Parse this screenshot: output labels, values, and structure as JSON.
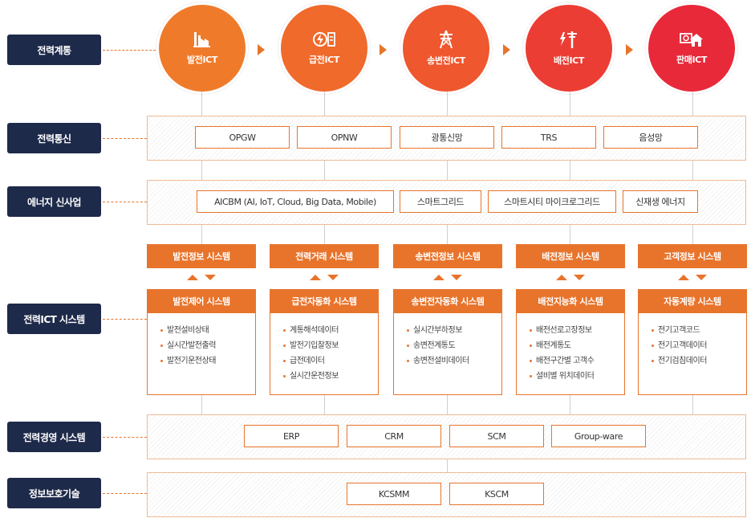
{
  "rows": {
    "grid": "전력계통",
    "comm": "전력통신",
    "energy": "에너지 신사업",
    "ict": "전력ICT 시스템",
    "mgmt": "전력경영 시스템",
    "security": "정보보호기술"
  },
  "circles": [
    {
      "label": "발전ICT",
      "color": "#ef7b2a",
      "icon": "power-plant-icon"
    },
    {
      "label": "급전ICT",
      "color": "#ef6a2b",
      "icon": "dispatch-icon"
    },
    {
      "label": "송변전ICT",
      "color": "#ef572e",
      "icon": "transmission-tower-icon"
    },
    {
      "label": "배전ICT",
      "color": "#ec3d34",
      "icon": "distribution-pole-icon"
    },
    {
      "label": "판매ICT",
      "color": "#e8293a",
      "icon": "sales-house-icon"
    }
  ],
  "comm_items": [
    "OPGW",
    "OPNW",
    "광통신망",
    "TRS",
    "음성망"
  ],
  "energy_items": [
    "AICBM (AI, IoT, Cloud, Big Data, Mobile)",
    "스마트그리드",
    "스마트시티 마이크로그리드",
    "신재생 에너지"
  ],
  "ict_columns": [
    {
      "top": "발전정보 시스템",
      "mid": "발전제어 시스템",
      "items": [
        "발전설비상태",
        "실시간발전출력",
        "발전기운전상태"
      ]
    },
    {
      "top": "전력거래 시스템",
      "mid": "급전자동화 시스템",
      "items": [
        "계통해석데이터",
        "발전기입찰정보",
        "급전데이터",
        "실시간운전정보"
      ]
    },
    {
      "top": "송변전정보 시스템",
      "mid": "송변전자동화 시스템",
      "items": [
        "실시간부하정보",
        "송변전계통도",
        "송변전설비데이터"
      ]
    },
    {
      "top": "배전정보 시스템",
      "mid": "배전지능화 시스템",
      "items": [
        "배전선로고장정보",
        "배전계통도",
        "배전구간별 고객수",
        "설비별 위치데이터"
      ]
    },
    {
      "top": "고객정보 시스템",
      "mid": "자동계량 시스템",
      "items": [
        "전기고객코드",
        "전기고객데이터",
        "전기검침데이터"
      ]
    }
  ],
  "mgmt_items": [
    "ERP",
    "CRM",
    "SCM",
    "Group-ware"
  ],
  "security_items": [
    "KCSMM",
    "KSCM"
  ]
}
